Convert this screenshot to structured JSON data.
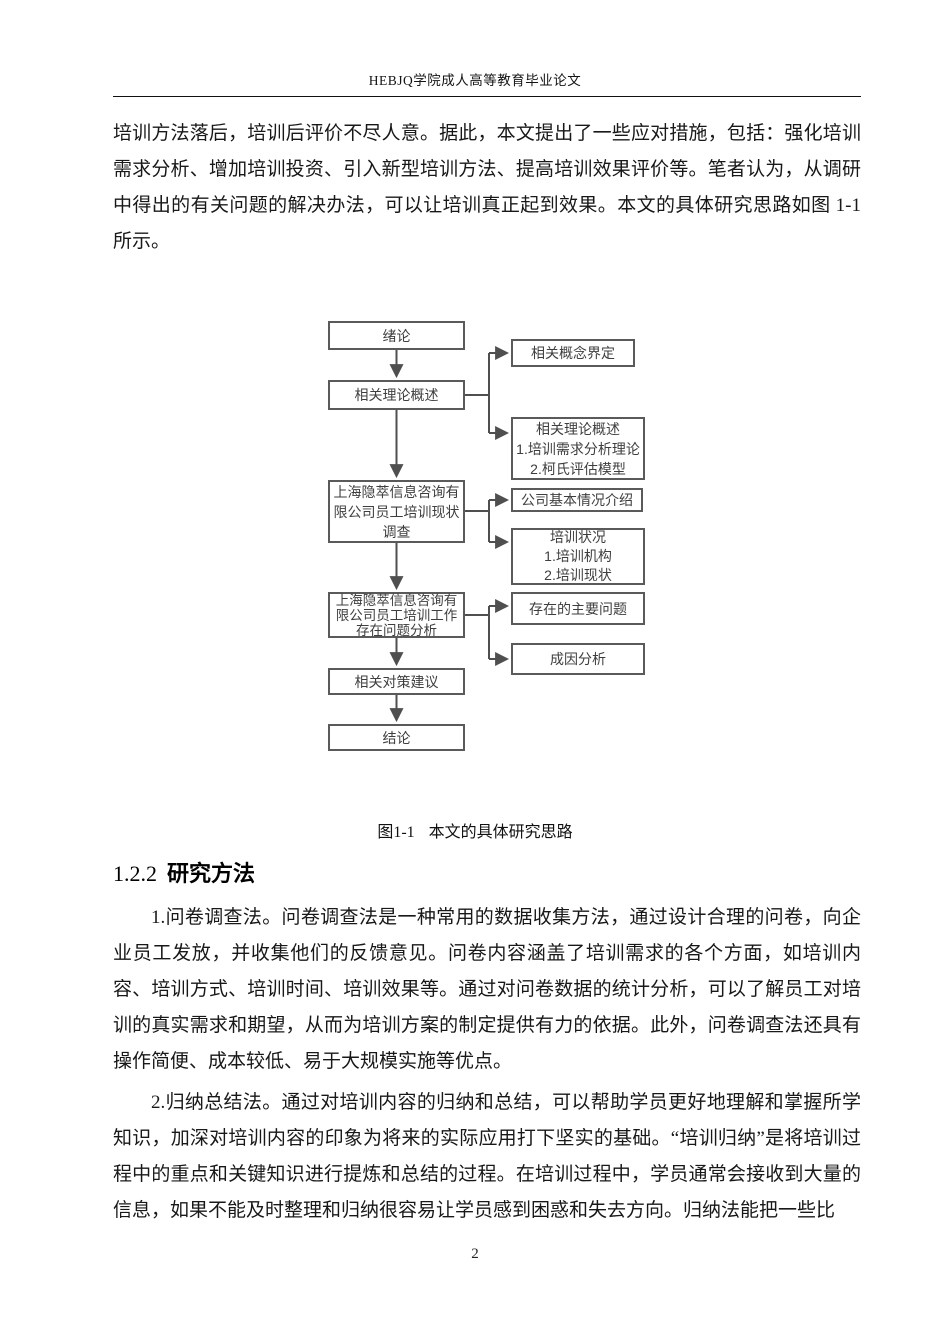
{
  "header": {
    "title": "HEBJQ学院成人高等教育毕业论文"
  },
  "paragraphs": {
    "p1": "培训方法落后，培训后评价不尽人意。据此，本文提出了一些应对措施，包括：强化培训需求分析、增加培训投资、引入新型培训方法、提高培训效果评价等。笔者认为，从调研中得出的有关问题的解决办法，可以让培训真正起到效果。本文的具体研究思路如图 1-1所示。",
    "p2": "1.问卷调查法。问卷调查法是一种常用的数据收集方法，通过设计合理的问卷，向企业员工发放，并收集他们的反馈意见。问卷内容涵盖了培训需求的各个方面，如培训内容、培训方式、培训时间、培训效果等。通过对问卷数据的统计分析，可以了解员工对培训的真实需求和期望，从而为培训方案的制定提供有力的依据。此外，问卷调查法还具有操作简便、成本较低、易于大规模实施等优点。",
    "p3": "2.归纳总结法。通过对培训内容的归纳和总结，可以帮助学员更好地理解和掌握所学知识，加深对培训内容的印象为将来的实际应用打下坚实的基础。“培训归纳”是将培训过程中的重点和关键知识进行提炼和总结的过程。在培训过程中，学员通常会接收到大量的信息，如果不能及时整理和归纳很容易让学员感到困惑和失去方向。归纳法能把一些比"
  },
  "flowchart": {
    "main_boxes": [
      "绪论",
      "相关理论概述",
      "上海隐萃信息咨询有\n限公司员工培训现状\n调查",
      "上海隐萃信息咨询有\n限公司员工培训工作\n存在问题分析",
      "相关对策建议",
      "结论"
    ],
    "branch_boxes": [
      "相关概念界定",
      "相关理论概述\n1.培训需求分析理论\n2.柯氏评估模型",
      "公司基本情况介绍",
      "培训状况\n1.培训机构\n2.培训现状",
      "存在的主要问题",
      "成因分析"
    ]
  },
  "figure_caption": {
    "label": "图1-1",
    "title": "本文的具体研究思路"
  },
  "section_heading": {
    "number": "1.2.2",
    "title": "研究方法"
  },
  "footer": {
    "page_number": "2"
  },
  "colors": {
    "box_border": "#5a5a5a",
    "arrow": "#4f4f4f",
    "body_text": "#181818"
  }
}
